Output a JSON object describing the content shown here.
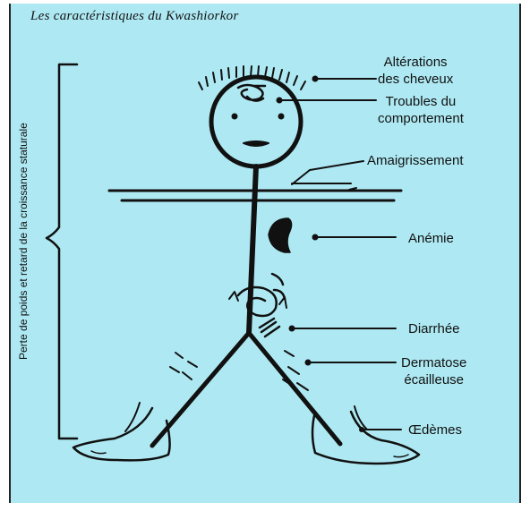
{
  "title": "Les caractéristiques du Kwashiorkor",
  "side_label": "Perte de poids et retard de la croissance staturale",
  "labels": {
    "hair": [
      "Altérations",
      "des cheveux"
    ],
    "behavior": [
      "Troubles du",
      "comportement"
    ],
    "weight_loss": "Amaigrissement",
    "anemia": "Anémie",
    "diarrhea": "Diarrhée",
    "dermatosis": [
      "Dermatose",
      "écailleuse"
    ],
    "edema": "Œdèmes"
  },
  "colors": {
    "background": "#aee9f3",
    "ink": "#111111"
  }
}
